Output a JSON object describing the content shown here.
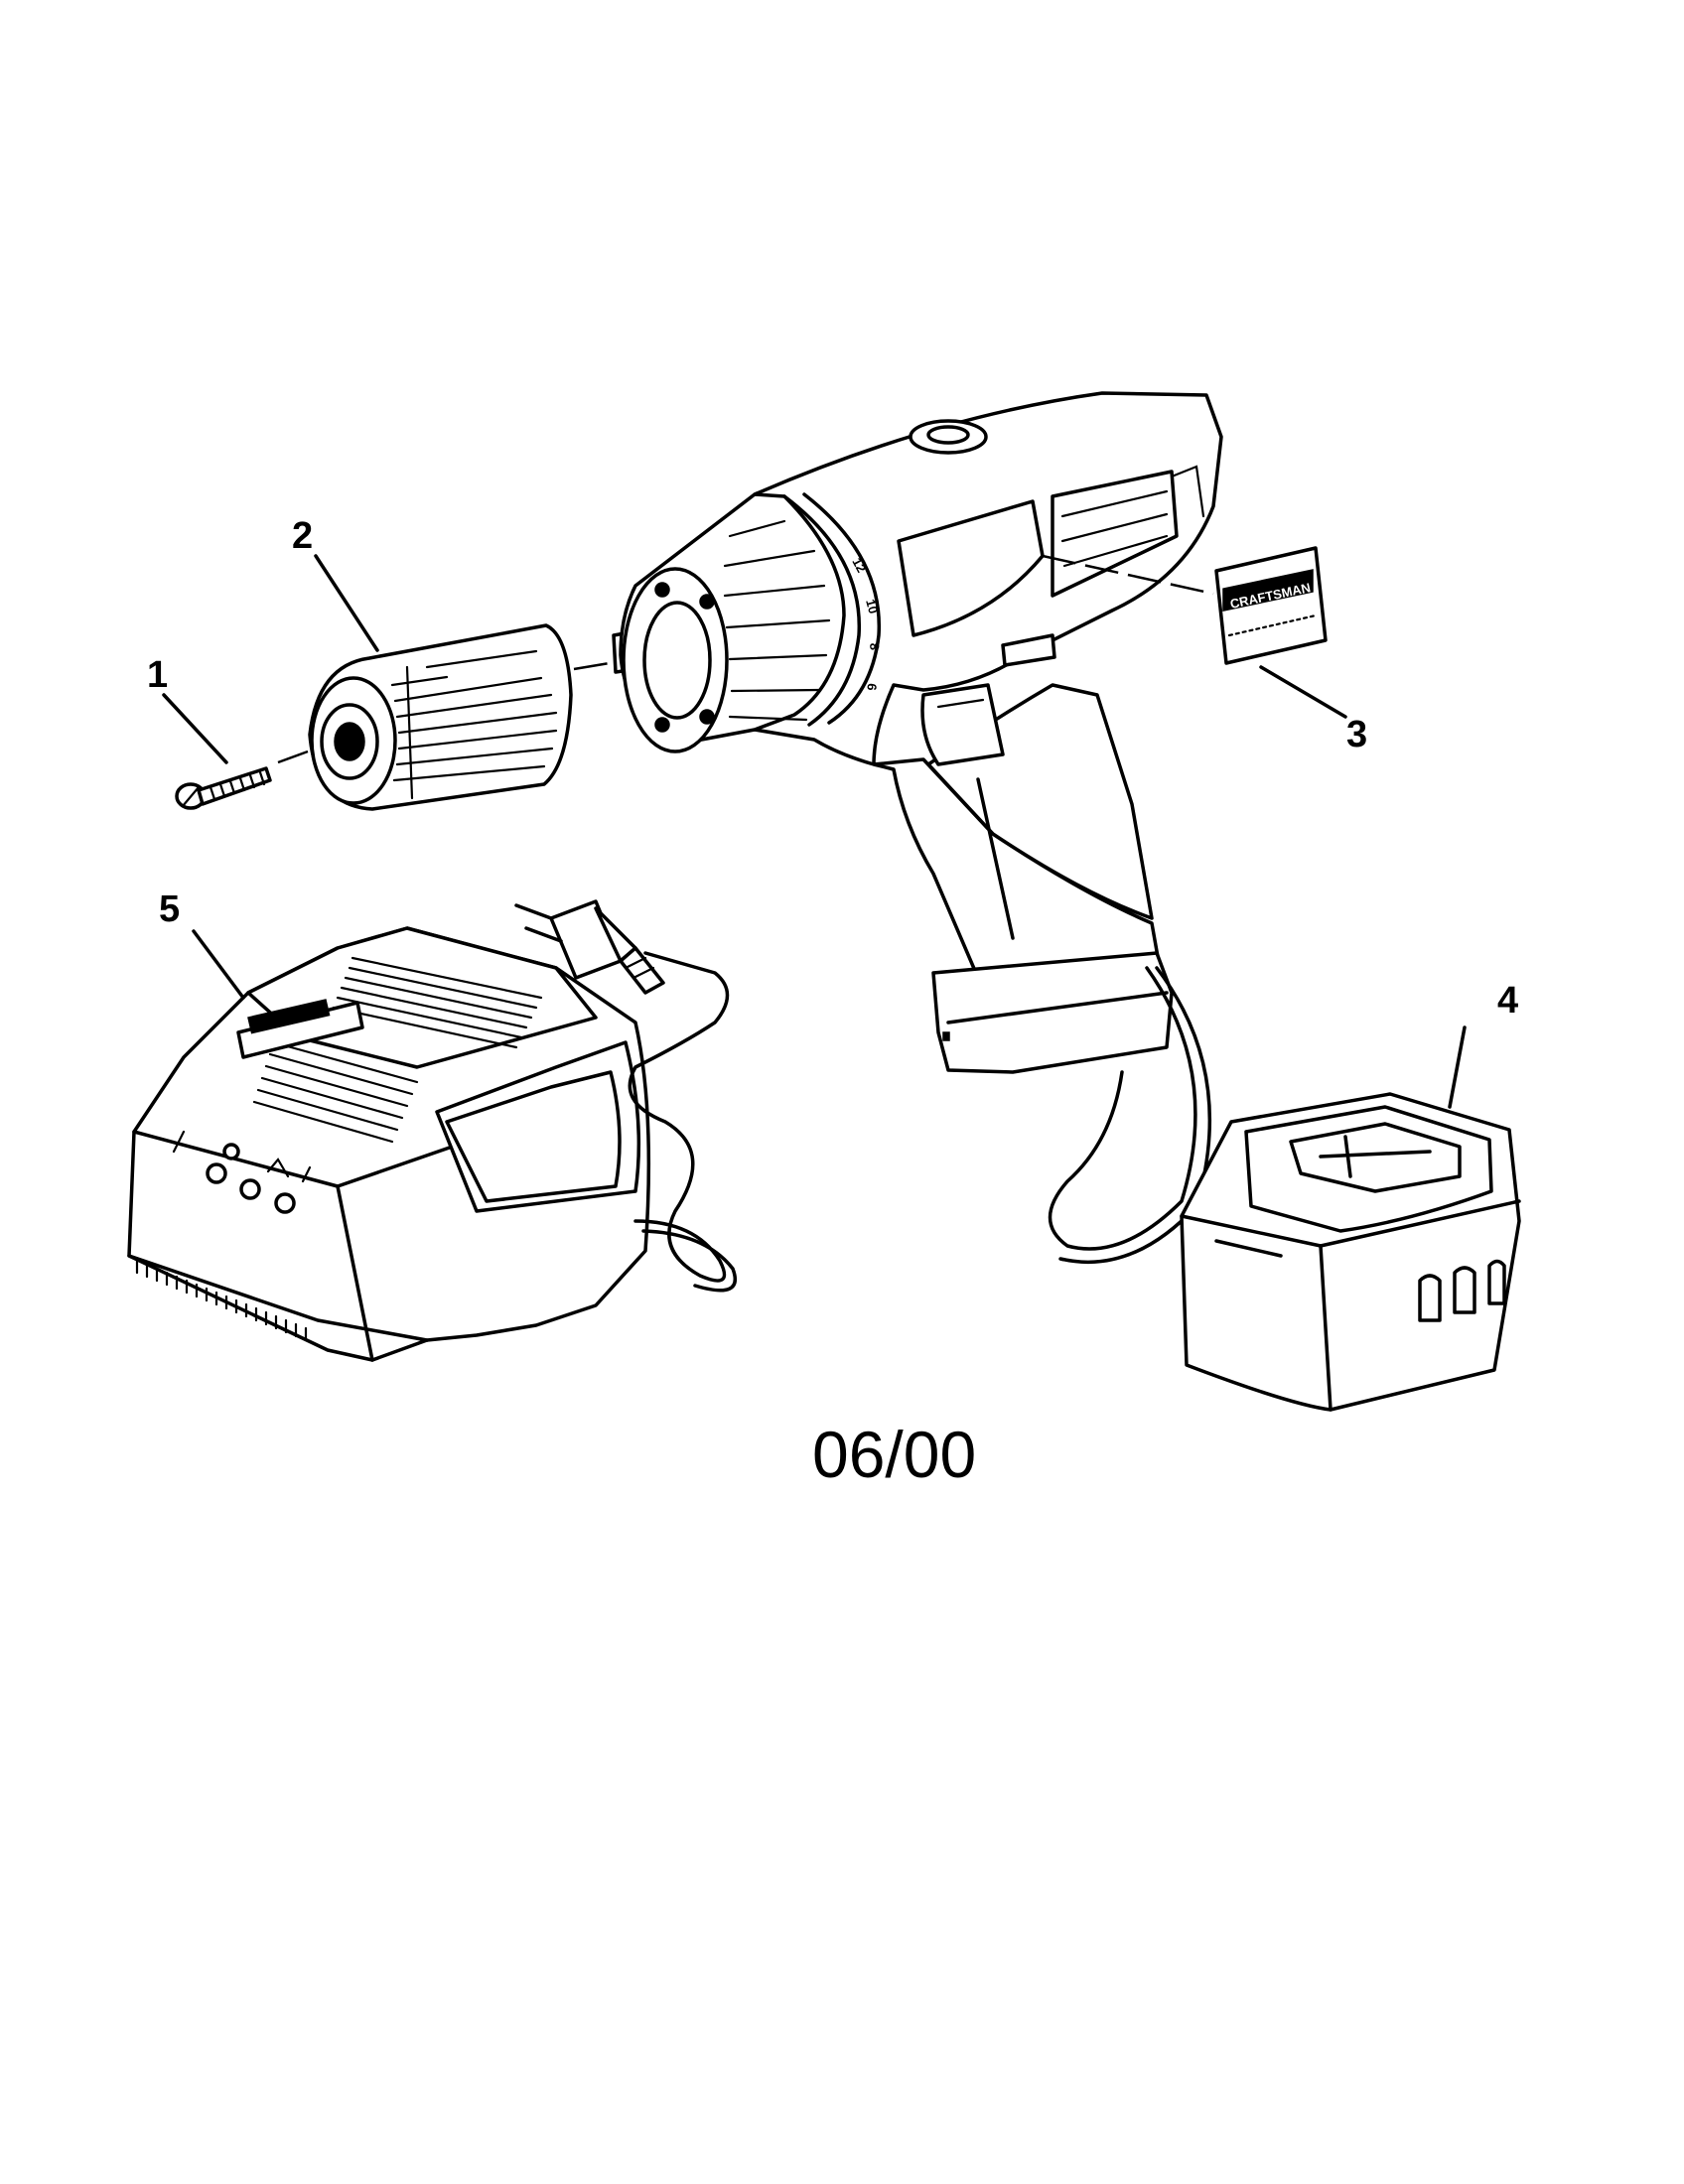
{
  "callouts": [
    {
      "number": "1",
      "part": "screw"
    },
    {
      "number": "2",
      "part": "chuck"
    },
    {
      "number": "3",
      "part": "label"
    },
    {
      "number": "4",
      "part": "battery"
    },
    {
      "number": "5",
      "part": "charger"
    }
  ],
  "date_code": "06/00",
  "brand_label": "CRAFTSMAN",
  "icons": [
    "screw-icon",
    "chuck-icon",
    "drill-icon",
    "nameplate-icon",
    "battery-icon",
    "charger-icon",
    "power-plug-icon"
  ]
}
